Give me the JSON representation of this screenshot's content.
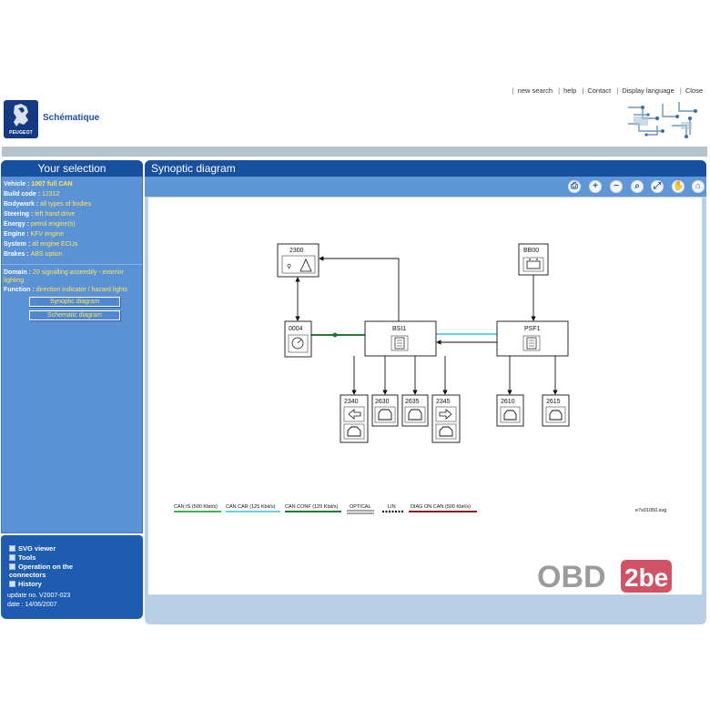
{
  "header": {
    "title": "Schématique",
    "brand": "PEUGEOT",
    "links": [
      "new search",
      "help",
      "Contact",
      "Display language",
      "Close"
    ]
  },
  "selection": {
    "title": "Your selection",
    "rows": [
      {
        "key": "Vehicle",
        "value": "1007 full CAN"
      },
      {
        "key": "Build code",
        "value": "12312"
      },
      {
        "key": "Bodywork",
        "value": "all types of bodies"
      },
      {
        "key": "Steering",
        "value": "left hand drive"
      },
      {
        "key": "Energy",
        "value": "petrol engine(s)"
      },
      {
        "key": "Engine",
        "value": "KFV engine"
      },
      {
        "key": "System",
        "value": "all engine ECUs"
      },
      {
        "key": "Brakes",
        "value": "ABS option"
      }
    ],
    "domain_key": "Domain",
    "domain_value": "20 signalling assembly - exterior lighting",
    "function_key": "Function",
    "function_value": "direction indicator / hazard lights",
    "btn_synoptic": "Synoptic diagram",
    "btn_schematic": "Schematic diagram"
  },
  "tools": {
    "items": [
      "SVG viewer",
      "Tools",
      "Operation on the connectors",
      "History"
    ],
    "update_no": "update no. V2007-023",
    "date": "date : 14/06/2007"
  },
  "main": {
    "title": "Synoptic diagram",
    "toolbar": [
      "print-icon",
      "zoom-in-icon",
      "zoom-out-icon",
      "zoom-area-icon",
      "zoom-fit-icon",
      "pan-hand-icon",
      "home-icon"
    ]
  },
  "diagram": {
    "components": {
      "c2300": "2300",
      "cBB00": "BB00",
      "c0004": "0004",
      "cBSI1": "BSI1",
      "cPSF1": "PSF1",
      "c2340": "2340",
      "c2630": "2630",
      "c2635": "2635",
      "c2345": "2345",
      "c2610": "2610",
      "c2615": "2615"
    },
    "legend": {
      "can_is": "CAN IS (500 Kbit/s)",
      "can_car": "CAN CAR (125 Kbit/s)",
      "can_conf": "CAN CONF (125 Kbit/s)",
      "optical": "OPTICAL",
      "lin": "LIN",
      "diag": "DIAG ON CAN  (500 Kbit/s)"
    },
    "colors": {
      "can_is": "#39b54a",
      "can_car": "#5fd4e6",
      "can_conf": "#1f7a33",
      "diag": "#8a1f1f"
    },
    "file": "e7s01050.svg"
  },
  "watermark": {
    "part1": "OBD",
    "part2": "2be"
  }
}
